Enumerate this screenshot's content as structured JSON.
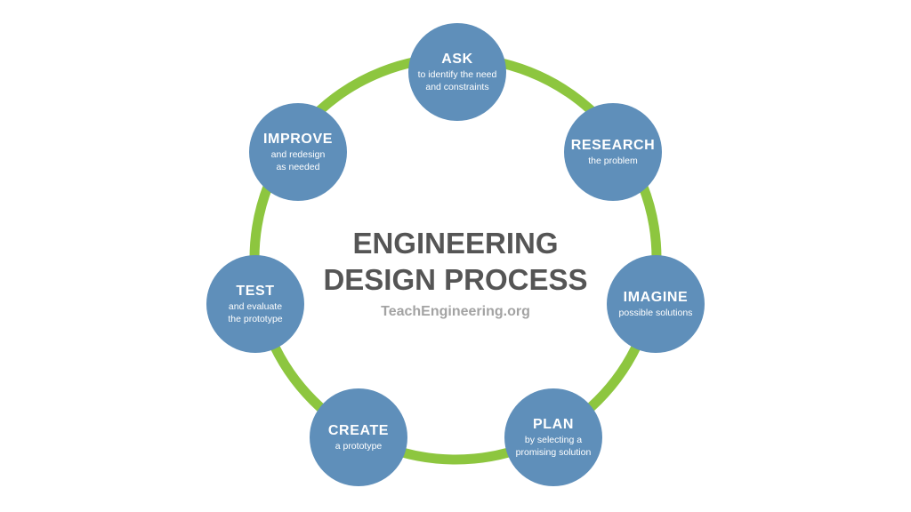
{
  "diagram": {
    "title": "ENGINEERING\nDESIGN PROCESS",
    "subtitle": "TeachEngineering.org",
    "colors": {
      "ring": "#8dc63f",
      "node_fill": "#5f8fba",
      "title_text": "#555555",
      "subtitle_text": "#a3a3a3"
    },
    "steps": [
      {
        "title": "ASK",
        "description": "to identify the need\nand constraints"
      },
      {
        "title": "RESEARCH",
        "description": "the problem"
      },
      {
        "title": "IMAGINE",
        "description": "possible solutions"
      },
      {
        "title": "PLAN",
        "description": "by selecting a\npromising solution"
      },
      {
        "title": "CREATE",
        "description": "a prototype"
      },
      {
        "title": "TEST",
        "description": "and evaluate\nthe prototype"
      },
      {
        "title": "IMPROVE",
        "description": "and redesign\nas needed"
      }
    ]
  }
}
